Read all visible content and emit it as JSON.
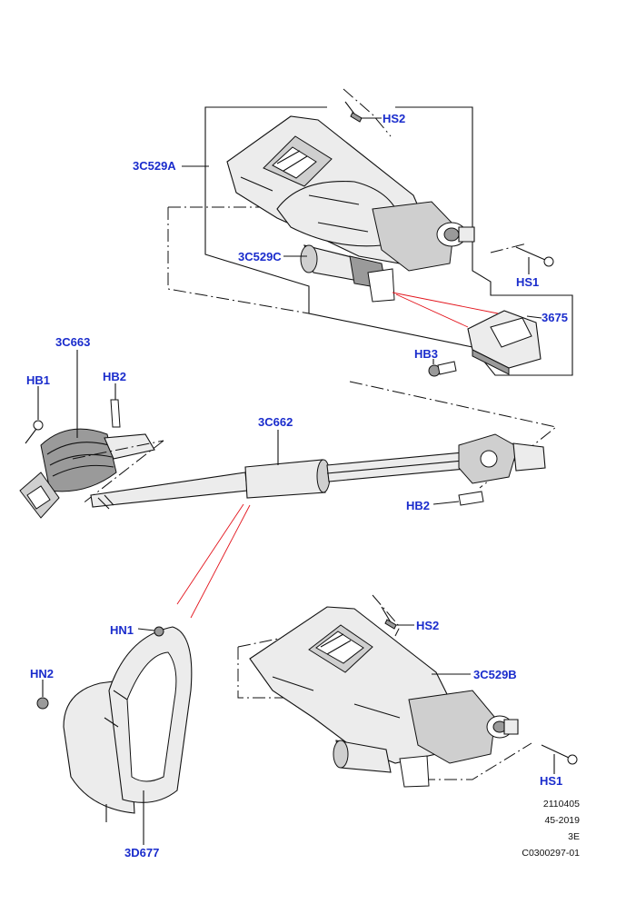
{
  "labels": {
    "hs2_top": "HS2",
    "p3c529a": "3C529A",
    "p3c529c": "3C529C",
    "hs1_top": "HS1",
    "p3675": "3675",
    "hb3": "HB3",
    "p3c663": "3C663",
    "hb1": "HB1",
    "hb2_left": "HB2",
    "p3c662": "3C662",
    "hb2_right": "HB2",
    "hn1": "HN1",
    "hs2_bottom": "HS2",
    "hn2": "HN2",
    "p3c529b": "3C529B",
    "hs1_bottom": "HS1",
    "p3d677": "3D677"
  },
  "codes": [
    "2110405",
    "45-2019",
    "3E",
    "C0300297-01"
  ],
  "colors": {
    "callout": "#1a2ccc",
    "leader": "#111111",
    "connector": "#e3141c"
  }
}
